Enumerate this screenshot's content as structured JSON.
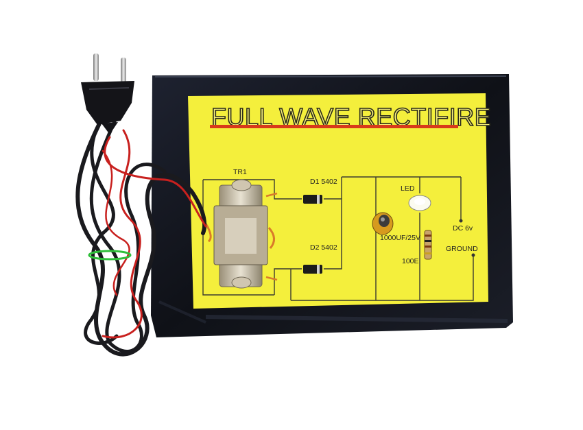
{
  "board": {
    "title": "FULL WAVE RECTIFIRE",
    "labels": {
      "transformer": "TR1",
      "diode1": "D1 5402",
      "diode2": "D2 5402",
      "led": "LED",
      "capacitor": "1000UF/25V",
      "resistor": "100E",
      "dc_out": "DC 6v",
      "ground": "GROUND"
    }
  },
  "colors": {
    "board_black": "#14161c",
    "panel_yellow": "#f4ef3c",
    "title_underline": "#d83a1a",
    "cable_black": "#1a1a1e",
    "cable_red": "#c8201e",
    "rubber_band": "#2fbf3a"
  },
  "icons": {
    "plug": "power-plug-icon",
    "transformer": "transformer-icon",
    "diode": "diode-icon",
    "capacitor": "capacitor-icon",
    "led": "led-icon",
    "resistor": "resistor-icon"
  }
}
